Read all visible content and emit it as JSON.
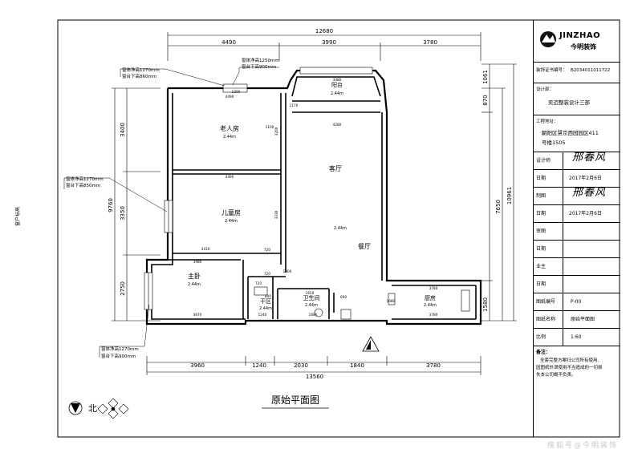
{
  "brand": {
    "name": "JINZHAO",
    "subtitle": "今明装饰"
  },
  "drawing": {
    "title": "原始平面图",
    "compass_label": "北",
    "side_label": "窗户标高"
  },
  "dimensions_top": {
    "total": "12680",
    "segments": [
      "4490",
      "3990",
      "3780"
    ]
  },
  "dimensions_bottom": {
    "total": "13560",
    "segments": [
      "3960",
      "1240",
      "2030",
      "1840",
      "3780"
    ]
  },
  "dimensions_left": [
    "3400",
    "3350",
    "2750"
  ],
  "dimensions_left_total": "9760",
  "dimensions_right": [
    "1061",
    "870",
    "7650",
    "1580"
  ],
  "dimensions_right_total": "10961",
  "rooms": [
    {
      "id": "balcony",
      "name": "阳台",
      "height": "2.44m"
    },
    {
      "id": "elder",
      "name": "老人房",
      "height": "2.44m"
    },
    {
      "id": "child",
      "name": "儿童房",
      "height": "2.44m"
    },
    {
      "id": "master",
      "name": "主卧",
      "height": "2.44m"
    },
    {
      "id": "dry",
      "name": "干区",
      "height": "2.44m"
    },
    {
      "id": "wc",
      "name": "卫生间",
      "height": "2.44m"
    },
    {
      "id": "kitchen",
      "name": "厨房",
      "height": "2.44m"
    },
    {
      "id": "living",
      "name": "客厅",
      "height": ""
    },
    {
      "id": "dining",
      "name": "餐厅",
      "height": ""
    },
    {
      "id": "living_center",
      "name": "",
      "height": "2.44m"
    }
  ],
  "callouts": [
    {
      "id": "c1",
      "line1": "窗体净高1250mm",
      "line2": "窗台下高900mm"
    },
    {
      "id": "c2",
      "line1": "窗体净高1270mm",
      "line2": "窗台下高860mm"
    },
    {
      "id": "c3",
      "line1": "窗体净高1270mm",
      "line2": "窗台下高850mm"
    },
    {
      "id": "c4",
      "line1": "窗体净高1270mm",
      "line2": "窗台下高900mm"
    }
  ],
  "inner_dims": {
    "elder_w": "4490",
    "child_w": "4490",
    "master_w": "3980",
    "master_bw": "3670",
    "child_bw": "3410",
    "balcony_w": "3480",
    "dry_w": "1240",
    "wc_w": "1680",
    "kitchen_w": "3780",
    "kitchen_top": "3780",
    "elder_h": "3200",
    "child_h": "3330",
    "side_720a": "720",
    "side_720b": "720",
    "side_720c": "720",
    "living_w": "4280",
    "w1350": "1350",
    "w1170": "1170",
    "w1100": "1100",
    "w1000": "1000",
    "d690": "690",
    "d840": "840",
    "d1080": "1080",
    "d1650": "1650"
  },
  "title_block": {
    "cert_label": "装饰证书编号：",
    "cert_value": "B2034011011722",
    "designer_org_label": "设计部：",
    "designer_org_value": "奕迈整装设计三部",
    "address_label": "工程地址：",
    "address_value_1": "朝阳区慧京西园园区411",
    "address_value_2": "号楼1505",
    "rows": [
      {
        "label": "设计师",
        "value": "邢春风",
        "sig": true
      },
      {
        "label": "日期",
        "value": "2017年2月6日",
        "sig": false
      },
      {
        "label": "制图",
        "value": "邢春风",
        "sig": true
      },
      {
        "label": "日期",
        "value": "2017年2月6日",
        "sig": false
      },
      {
        "label": "审图",
        "value": "",
        "sig": false
      },
      {
        "label": "日期",
        "value": "",
        "sig": false
      },
      {
        "label": "业主",
        "value": "",
        "sig": false
      },
      {
        "label": "日期",
        "value": "",
        "sig": false
      },
      {
        "label": "图纸编号",
        "value": "P-00",
        "sig": false
      },
      {
        "label": "图纸名称",
        "value": "原始平面图",
        "sig": false
      },
      {
        "label": "比例",
        "value": "1:60",
        "sig": false
      }
    ],
    "notes_label": "备注：",
    "notes_1": "全套完整方案归公司所有使用,",
    "notes_2": "因图纸外泄使用不当造成的一切损",
    "notes_3": "失本公司概不负责。"
  },
  "watermark": "搜狐号@今明装饰"
}
